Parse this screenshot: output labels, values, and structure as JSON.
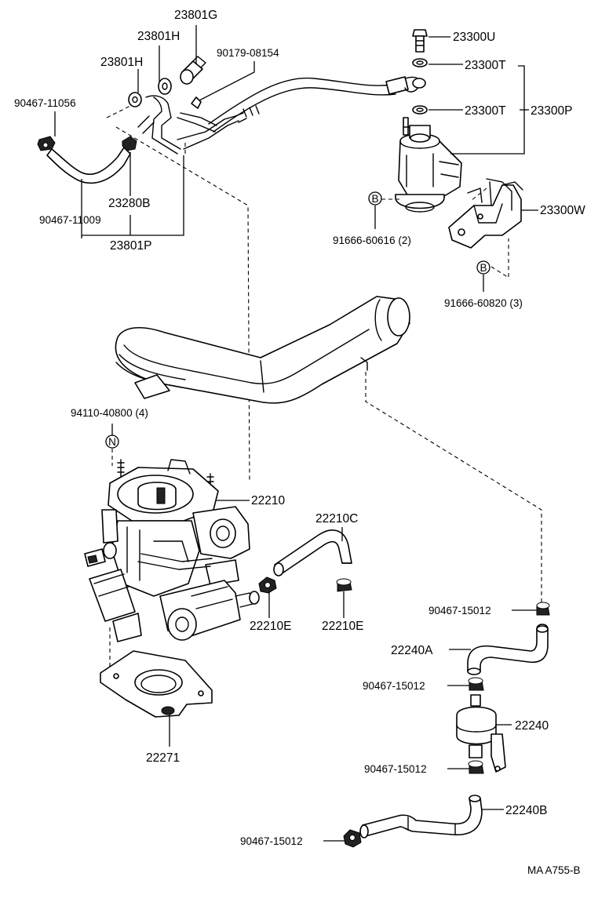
{
  "diagram": {
    "labels": {
      "p23801G": "23801G",
      "p23801H_a": "23801H",
      "p23801H_b": "23801H",
      "p90179_08154": "90179-08154",
      "p90467_11056": "90467-11056",
      "p23280B": "23280B",
      "p90467_11009": "90467-11009",
      "p23801P": "23801P",
      "p23300U": "23300U",
      "p23300T_a": "23300T",
      "p23300T_b": "23300T",
      "p23300P": "23300P",
      "p23300W": "23300W",
      "p91666_60616": "91666-60616 (2)",
      "p91666_60820": "91666-60820 (3)",
      "p94110_40800": "94110-40800 (4)",
      "p22210": "22210",
      "p22210C": "22210C",
      "p22210E_a": "22210E",
      "p22210E_b": "22210E",
      "p90467_15012_a": "90467-15012",
      "p22240A": "22240A",
      "p90467_15012_b": "90467-15012",
      "p22240": "22240",
      "p90467_15012_c": "90467-15012",
      "p22240B": "22240B",
      "p90467_15012_d": "90467-15012",
      "p22271": "22271",
      "code": "MA A755-B"
    },
    "markers": {
      "bolt_b1": "B",
      "bolt_b2": "B",
      "nut_n": "N"
    }
  }
}
